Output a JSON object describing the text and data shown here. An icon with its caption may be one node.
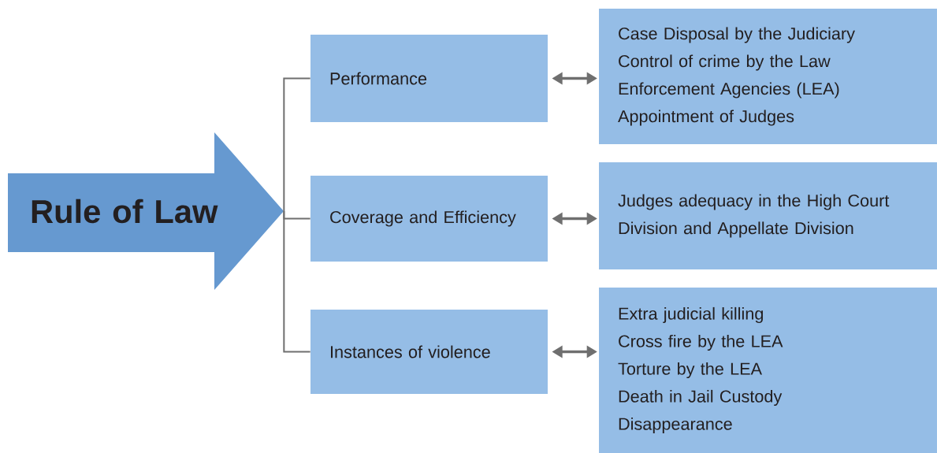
{
  "diagram": {
    "nodes": [
      {
        "text": [
          "Rule of Law"
        ]
      },
      {
        "text": [
          "Performance"
        ]
      },
      {
        "text": [
          "Coverage and Efficiency"
        ]
      },
      {
        "text": [
          "Instances of violence"
        ]
      },
      {
        "text": [
          "Case Disposal by the Judiciary",
          "Control of crime by the Law Enforcement Agencies (LEA)",
          "Appointment of Judges"
        ]
      },
      {
        "text": [
          "Judges adequacy in the High Court Division and Appellate Division"
        ]
      },
      {
        "text": [
          "Extra judicial killing",
          "Cross fire by the LEA",
          "Torture by the LEA",
          "Death in Jail Custody",
          "Disappearance"
        ]
      }
    ],
    "edges": [
      {
        "from": 0,
        "to": 1,
        "arrow": "none"
      },
      {
        "from": 0,
        "to": 2,
        "arrow": "none"
      },
      {
        "from": 0,
        "to": 3,
        "arrow": "none"
      },
      {
        "from": 1,
        "to": 4,
        "arrow": "both"
      },
      {
        "from": 2,
        "to": 5,
        "arrow": "both"
      },
      {
        "from": 3,
        "to": 6,
        "arrow": "both"
      }
    ]
  }
}
